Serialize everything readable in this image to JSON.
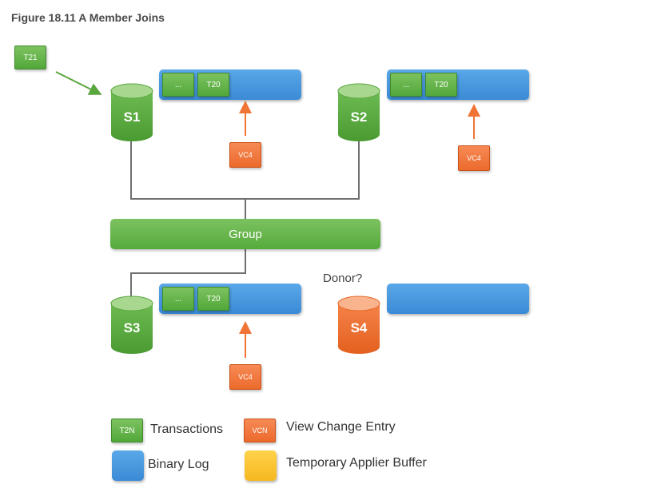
{
  "title": "Figure 18.11 A Member Joins",
  "incoming_transaction": "T21",
  "group_label": "Group",
  "donor_label": "Donor?",
  "servers": {
    "s1": {
      "label": "S1",
      "log_entries": [
        "...",
        "T20"
      ],
      "view_change": "VC4"
    },
    "s2": {
      "label": "S2",
      "log_entries": [
        "...",
        "T20"
      ],
      "view_change": "VC4"
    },
    "s3": {
      "label": "S3",
      "log_entries": [
        "...",
        "T20"
      ],
      "view_change": "VC4"
    },
    "s4": {
      "label": "S4"
    }
  },
  "legend": {
    "transactions_swatch": "T2N",
    "transactions_label": "Transactions",
    "view_change_swatch": "VCN",
    "view_change_label": "View Change Entry",
    "binary_log_label": "Binary Log",
    "applier_buffer_label": "Temporary Applier Buffer"
  },
  "colors": {
    "transaction": "#5fb447",
    "view_change": "#f07436",
    "binary_log": "#4a9be0",
    "applier_buffer": "#f8c030",
    "joining_member": "#f07436",
    "connector": "#707070"
  }
}
